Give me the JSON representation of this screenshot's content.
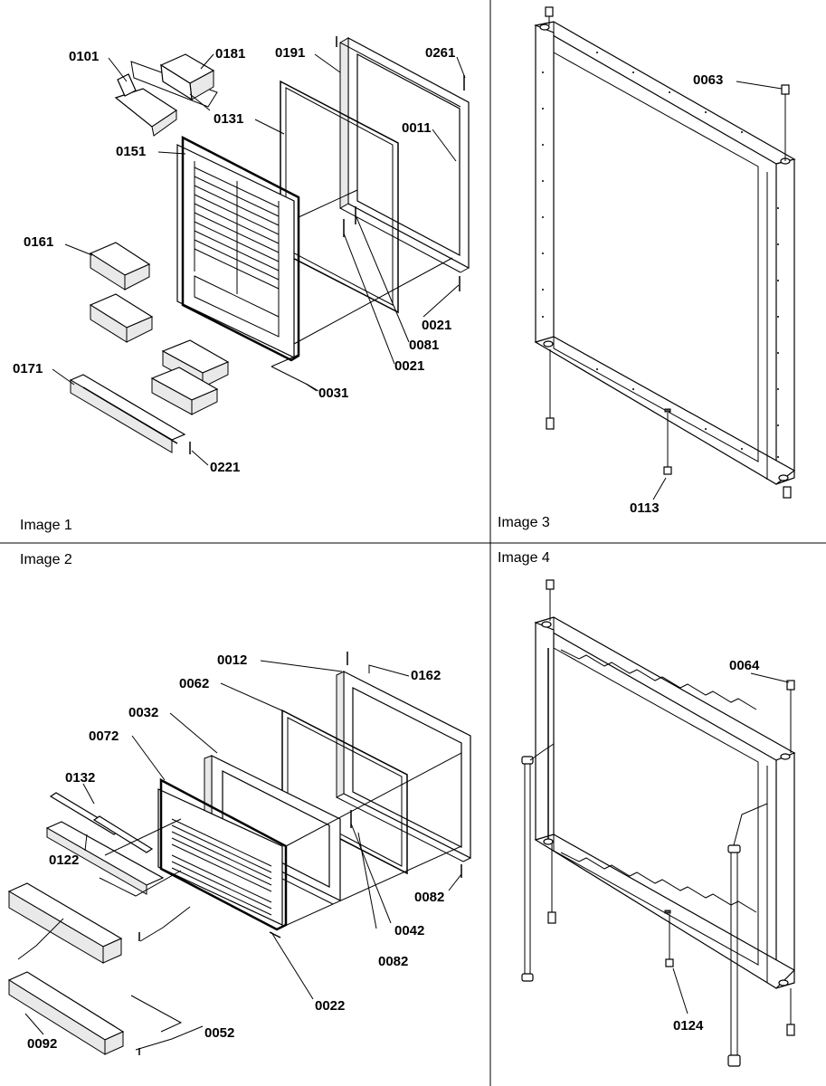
{
  "panels": {
    "image1": {
      "title": "Image 1",
      "callouts": {
        "c0101": "0101",
        "c0181": "0181",
        "c0191": "0191",
        "c0261": "0261",
        "c0131": "0131",
        "c0011": "0011",
        "c0151": "0151",
        "c0161": "0161",
        "c0021a": "0021",
        "c0081": "0081",
        "c0021b": "0021",
        "c0171": "0171",
        "c0031": "0031",
        "c0221": "0221"
      }
    },
    "image2": {
      "title": "Image 2",
      "callouts": {
        "c0012": "0012",
        "c0162": "0162",
        "c0062": "0062",
        "c0032": "0032",
        "c0072": "0072",
        "c0132": "0132",
        "c0122": "0122",
        "c0082a": "0082",
        "c0042": "0042",
        "c0082b": "0082",
        "c0022": "0022",
        "c0092": "0092",
        "c0052": "0052"
      }
    },
    "image3": {
      "title": "Image 3",
      "callouts": {
        "c0063": "0063",
        "c0113": "0113"
      }
    },
    "image4": {
      "title": "Image 4",
      "callouts": {
        "c0064": "0064",
        "c0124": "0124"
      }
    }
  }
}
